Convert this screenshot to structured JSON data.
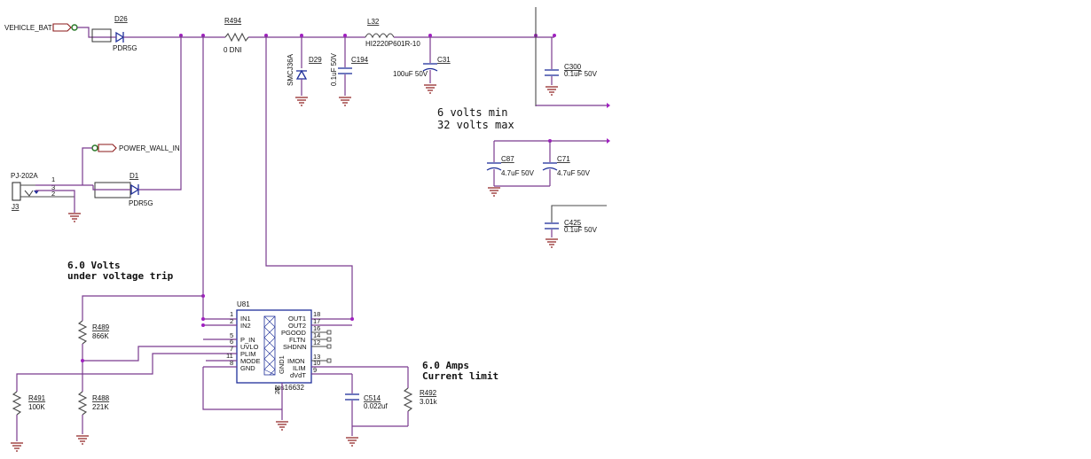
{
  "nets": {
    "vehicle_bat": "VEHICLE_BAT",
    "power_wall_in": "POWER_WALL_IN"
  },
  "components": {
    "d26": {
      "ref": "D26",
      "value": "PDR5G"
    },
    "d1": {
      "ref": "D1",
      "value": "PDR5G"
    },
    "r494": {
      "ref": "R494",
      "value": "0 DNI"
    },
    "l32": {
      "ref": "L32",
      "value": "HI2220P601R-10"
    },
    "d29": {
      "ref": "D29",
      "value": "SMCJ36A"
    },
    "c194": {
      "ref": "C194",
      "value": "0.1uF 50V"
    },
    "c31": {
      "ref": "C31",
      "value": "100uF 50V"
    },
    "c300": {
      "ref": "C300",
      "value": "0.1uF 50V"
    },
    "c87": {
      "ref": "C87",
      "value": "4.7uF 50V"
    },
    "c71": {
      "ref": "C71",
      "value": "4.7uF 50V"
    },
    "c425": {
      "ref": "C425",
      "value": "0.1uF 50V"
    },
    "j3": {
      "ref": "J3",
      "value": "PJ-202A",
      "pins": [
        "1",
        "3",
        "2"
      ]
    },
    "r489": {
      "ref": "R489",
      "value": "866K"
    },
    "r491": {
      "ref": "R491",
      "value": "100K"
    },
    "r488": {
      "ref": "R488",
      "value": "221K"
    },
    "c514": {
      "ref": "C514",
      "value": "0.022uf"
    },
    "r492": {
      "ref": "R492",
      "value": "3.01k"
    }
  },
  "u81": {
    "ref": "U81",
    "part": "tps16632",
    "left_pins": [
      {
        "num": "1",
        "name": "IN1"
      },
      {
        "num": "2",
        "name": "IN2"
      },
      {
        "num": "5",
        "name": "P_IN"
      },
      {
        "num": "6",
        "name": "UVLO"
      },
      {
        "num": "7",
        "name": "PLIM"
      },
      {
        "num": "11",
        "name": "MODE"
      },
      {
        "num": "8",
        "name": "GND"
      }
    ],
    "right_pins": [
      {
        "num": "18",
        "name": "OUT1"
      },
      {
        "num": "17",
        "name": "OUT2"
      },
      {
        "num": "16",
        "name": "PGOOD"
      },
      {
        "num": "14",
        "name": "FLTN"
      },
      {
        "num": "12",
        "name": "SHDNN"
      },
      {
        "num": "13",
        "name": "IMON"
      },
      {
        "num": "10",
        "name": "ILIM"
      },
      {
        "num": "9",
        "name": "dVdT"
      }
    ],
    "gnd1": {
      "num": "25",
      "name": "GND1"
    }
  },
  "notes": {
    "voltage_range_line1": "6 volts min",
    "voltage_range_line2": "32 volts max",
    "uv_trip_line1": "6.0 Volts",
    "uv_trip_line2": "under voltage trip",
    "current_limit_line1": "6.0 Amps",
    "current_limit_line2": "Current limit"
  },
  "colors": {
    "wire": "#7a3b8f",
    "ground": "#8b1a1a",
    "component": "#1f2f9a",
    "junction": "#a020c0"
  }
}
